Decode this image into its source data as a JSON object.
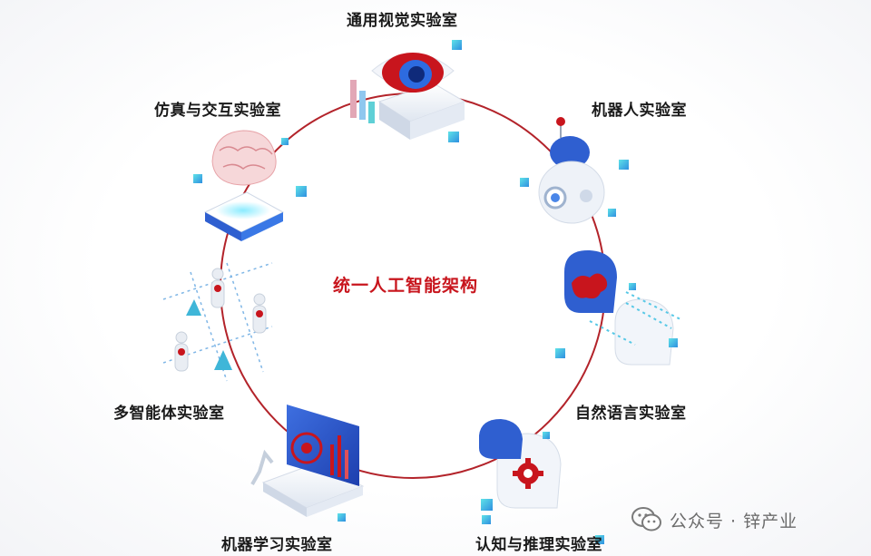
{
  "center_title": "统一人工智能架构",
  "labs": {
    "general_vision": "通用视觉实验室",
    "robot": "机器人实验室",
    "natural_language": "自然语言实验室",
    "cognition_reasoning": "认知与推理实验室",
    "machine_learning": "机器学习实验室",
    "multi_agent": "多智能体实验室",
    "simulation_interaction": "仿真与交互实验室"
  },
  "watermark": {
    "text": "公众号 · 锌产业",
    "icon": "wechat-icon"
  },
  "colors": {
    "accent_red": "#c8151d",
    "ring": "#b3232a",
    "cube_cyan": "#3fd0d6",
    "cube_blue": "#3a7be0"
  }
}
